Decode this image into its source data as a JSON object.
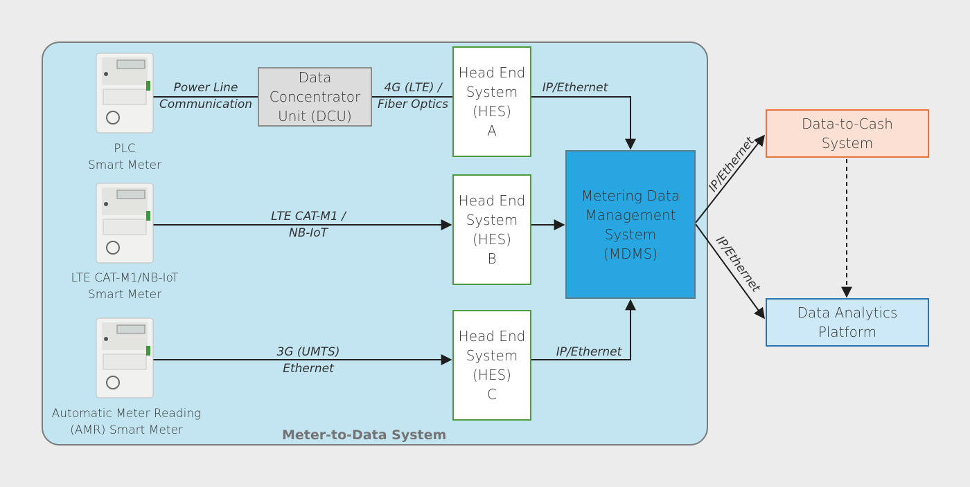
{
  "region": {
    "title": "Meter-to-Data System"
  },
  "meters": [
    {
      "id": "plc",
      "caption": "PLC\nSmart Meter",
      "link_label": "Power Line\nCommunication"
    },
    {
      "id": "lte",
      "caption": "LTE CAT-M1/NB-IoT\nSmart Meter",
      "link_label": "LTE CAT-M1 /\nNB-IoT"
    },
    {
      "id": "amr",
      "caption": "Automatic Meter Reading\n(AMR) Smart Meter",
      "link_label": "3G (UMTS)\nEthernet"
    }
  ],
  "dcu": {
    "label": "Data\nConcentrator\nUnit (DCU)",
    "uplink_label": "4G (LTE) /\nFiber Optics"
  },
  "hes": [
    {
      "id": "a",
      "label": "Head End\nSystem\n(HES)\nA",
      "uplink_label": "IP/Ethernet"
    },
    {
      "id": "b",
      "label": "Head End\nSystem\n(HES)\nB"
    },
    {
      "id": "c",
      "label": "Head End\nSystem\n(HES)\nC",
      "uplink_label": "IP/Ethernet"
    }
  ],
  "mdms": {
    "label": "Metering Data\nManagement\nSystem\n(MDMS)"
  },
  "outputs": [
    {
      "id": "d2c",
      "label": "Data-to-Cash\nSystem",
      "link_label": "IP/Ethernet"
    },
    {
      "id": "dap",
      "label": "Data Analytics\nPlatform",
      "link_label": "IP/Ethernet"
    }
  ],
  "colors": {
    "region_fill": "#c3e5f2",
    "dcu_fill": "#dcdcdc",
    "hes_border": "#4d9b3a",
    "mdms_fill": "#27a6e2",
    "d2c_fill": "#fbe0d3",
    "d2c_border": "#e7743f",
    "dap_fill": "#cde9f7",
    "dap_border": "#2e72ad"
  }
}
